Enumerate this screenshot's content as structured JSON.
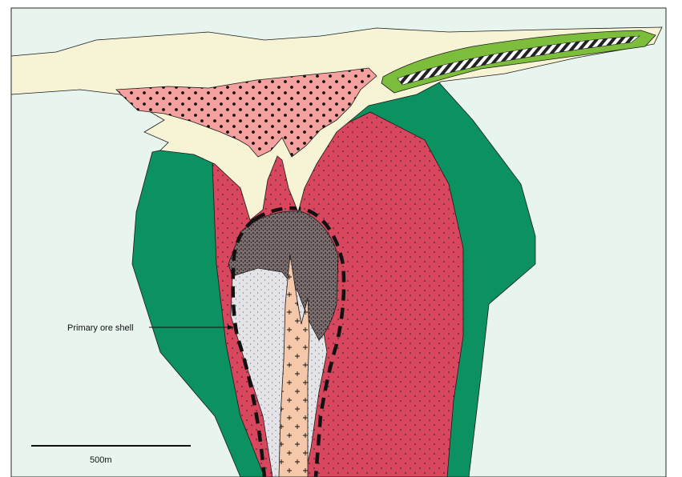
{
  "diagram": {
    "annotation": {
      "label": "Primary ore shell"
    },
    "scale_bar": {
      "label": "500m"
    },
    "colors": {
      "background": "#e8f5ef",
      "frame": "#2a2a2a",
      "cover": "#f7f4d6",
      "pink_dotted": "#f4a1a0",
      "green_outer": "#0c9160",
      "green_lens": "#7cbe3c",
      "red_stippled": "#d9475f",
      "dark_stippled": "#7d6f70",
      "light_gray": "#e3e3e8",
      "peach_core": "#f4c8a8",
      "dashed_line": "#111111"
    },
    "icons": {
      "cover": "cover-sequence",
      "pink": "dotted-pink-unit",
      "green_outer": "green-alteration-halo",
      "lens": "zebra-striped-lens",
      "red": "stippled-red-intrusion",
      "dark": "dark-stippled-cap",
      "gray": "light-gray-shell",
      "core": "crossed-porphyry-core"
    }
  }
}
